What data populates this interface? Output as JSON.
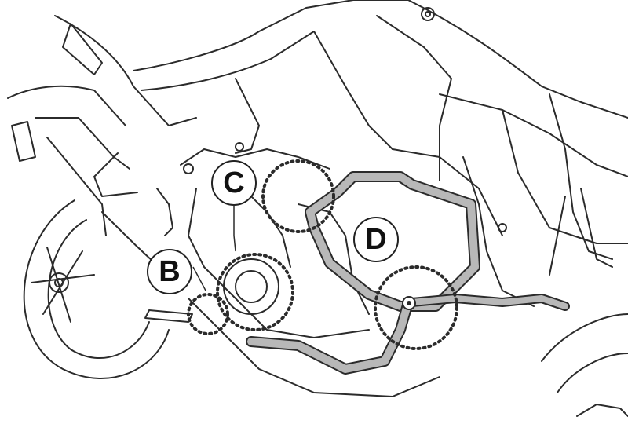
{
  "diagram": {
    "colors": {
      "line": "#2b2b2b",
      "bar_fill": "#b8b8b8",
      "background": "#ffffff"
    },
    "callouts": [
      {
        "id": "C",
        "label": "C"
      },
      {
        "id": "B",
        "label": "B"
      },
      {
        "id": "D",
        "label": "D"
      }
    ]
  }
}
